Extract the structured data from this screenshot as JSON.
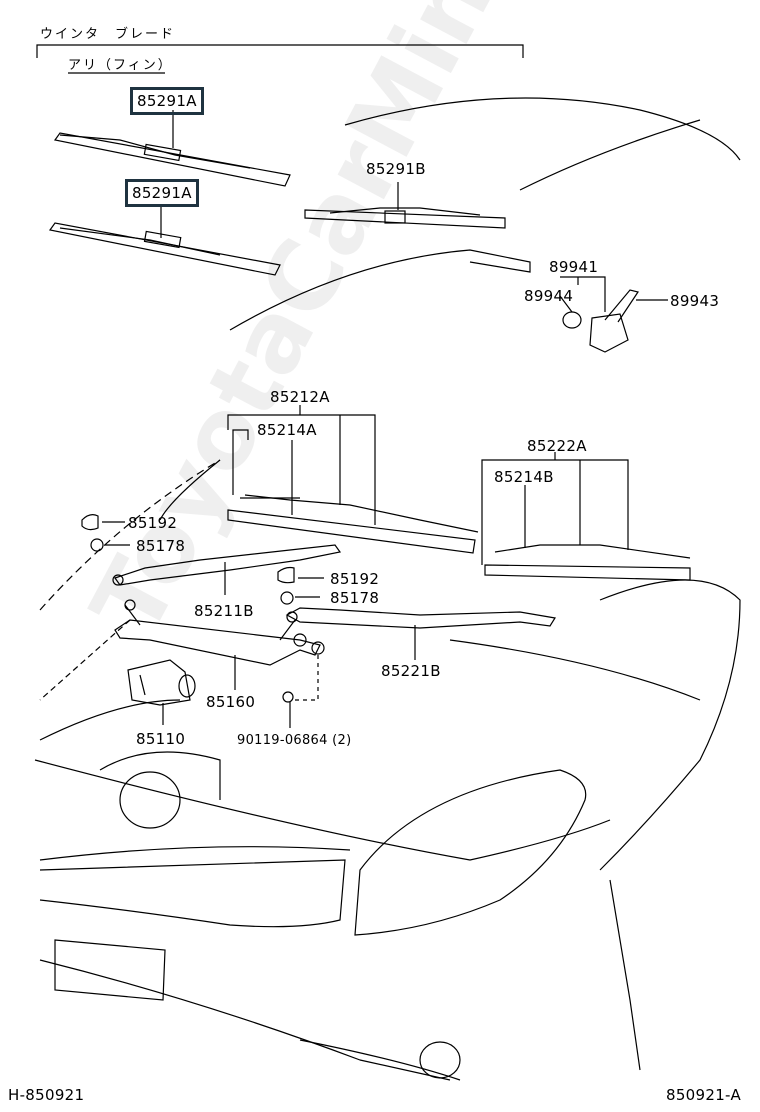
{
  "header": {
    "group_label": "ウインタ　ブレード",
    "sub_label": "アリ（フィン）"
  },
  "parts": {
    "p85291A_1": "85291A",
    "p85291A_2": "85291A",
    "p85291B": "85291B",
    "p89941": "89941",
    "p89944": "89944",
    "p89943": "89943",
    "p85212A": "85212A",
    "p85214A": "85214A",
    "p85222A": "85222A",
    "p85214B": "85214B",
    "p85192_1": "85192",
    "p85178_1": "85178",
    "p85192_2": "85192",
    "p85178_2": "85178",
    "p85211B": "85211B",
    "p85221B": "85221B",
    "p85160": "85160",
    "p85110": "85110",
    "p90119": "90119-06864 (2)"
  },
  "footer": {
    "left_code": "H-850921",
    "right_code": "850921-A"
  },
  "watermark": "ToyotaCarMine.ru"
}
